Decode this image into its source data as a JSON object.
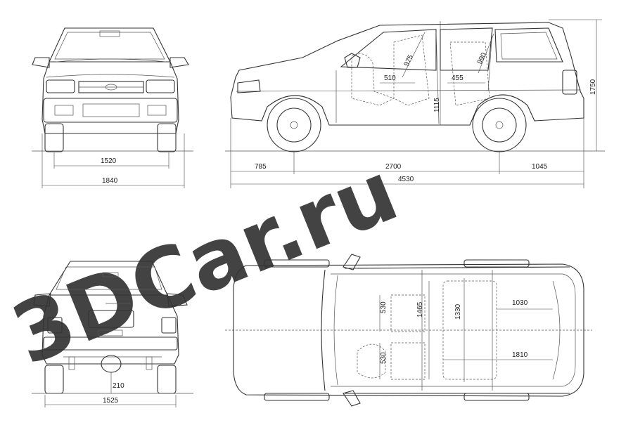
{
  "watermark": {
    "text": "3DCar.ru",
    "color": "#b5b5b5"
  },
  "line_color": "#333333",
  "front_view": {
    "track": "1520",
    "width": "1840"
  },
  "side_view": {
    "front_overhang": "785",
    "wheelbase": "2700",
    "rear_overhang": "1045",
    "length": "4530",
    "height": "1750",
    "seat_height": "1115",
    "front_headroom": "975",
    "rear_headroom": "990",
    "front_seat_depth": "510",
    "rear_seat_depth": "455"
  },
  "rear_view": {
    "ground_clearance": "210",
    "rear_track": "1525"
  },
  "top_view": {
    "front_seat_width_top": "530",
    "front_seat_width_bottom": "530",
    "front_shoulder": "1465",
    "rear_shoulder": "1330",
    "cargo_length": "1030",
    "cargo_max_length": "1810"
  }
}
